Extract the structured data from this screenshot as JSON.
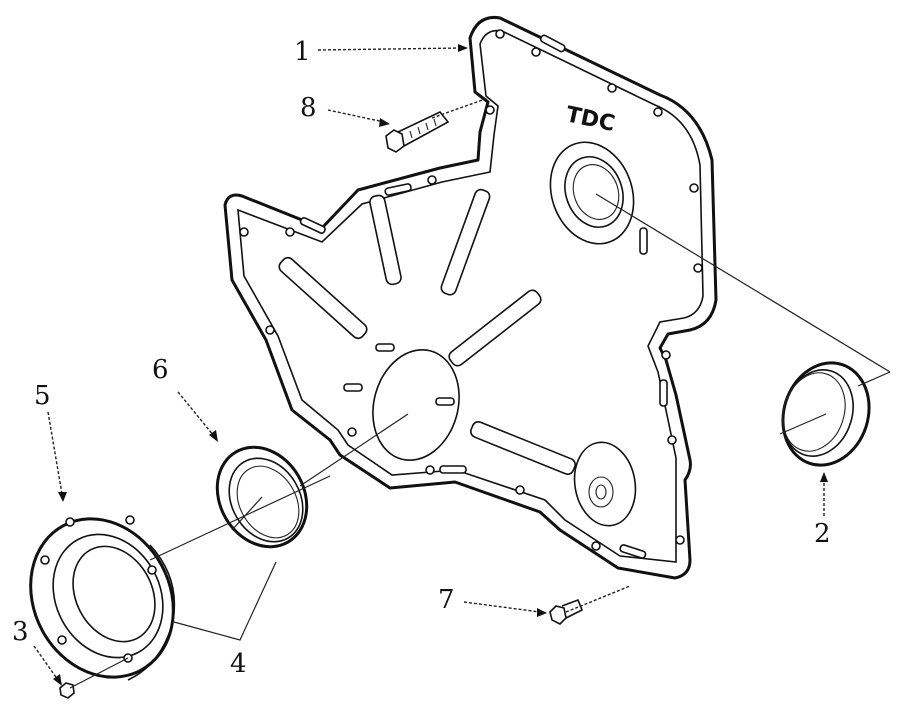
{
  "diagram": {
    "embossed_text": "TDC",
    "callouts": [
      {
        "id": "1",
        "label": "1"
      },
      {
        "id": "2",
        "label": "2"
      },
      {
        "id": "3",
        "label": "3"
      },
      {
        "id": "4",
        "label": "4"
      },
      {
        "id": "5",
        "label": "5"
      },
      {
        "id": "6",
        "label": "6"
      },
      {
        "id": "7",
        "label": "7"
      },
      {
        "id": "8",
        "label": "8"
      }
    ]
  }
}
